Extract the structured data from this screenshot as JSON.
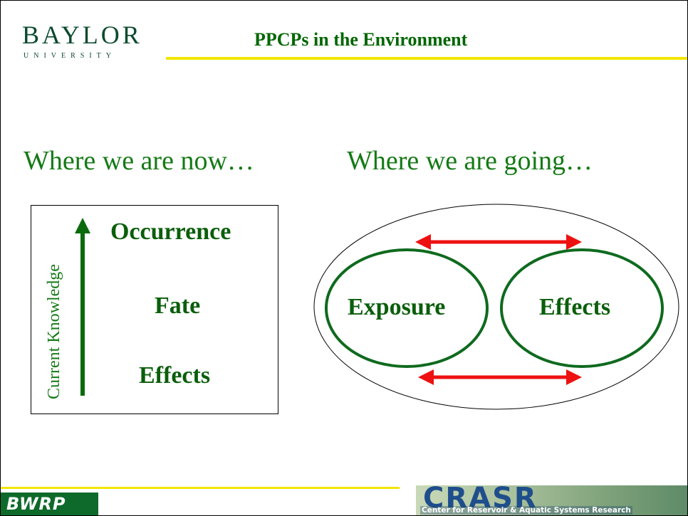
{
  "header": {
    "logo": "BAYLOR",
    "logo_sub": "UNIVERSITY",
    "title": "PPCPs in the Environment"
  },
  "left": {
    "heading": "Where we are now…",
    "axis_label": "Current Knowledge",
    "items": [
      "Occurrence",
      "Fate",
      "Effects"
    ]
  },
  "right": {
    "heading": "Where we are going…",
    "circles": [
      "Exposure",
      "Effects"
    ]
  },
  "footer": {
    "bwrp": "BWRP",
    "crasr": "CRASR",
    "crasr_sub": "Center for Reservoir & Aquatic Systems Research"
  },
  "colors": {
    "heading_green": "#157a15",
    "dark_green": "#0b5e0b",
    "accent_yellow": "#f2e600",
    "arrow_red": "#ee1111"
  }
}
